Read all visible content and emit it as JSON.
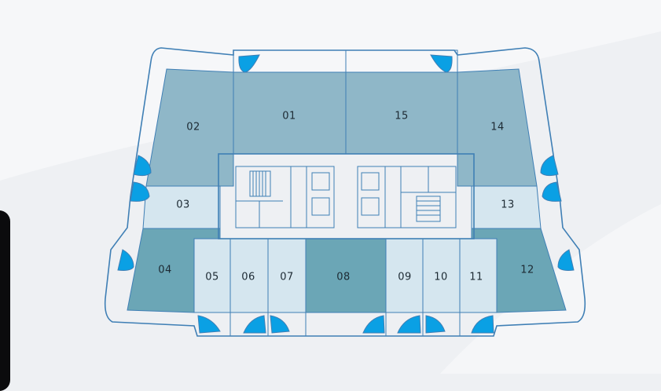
{
  "floorplan": {
    "colors": {
      "premium": "#8fb7c8",
      "large": "#6ba6b6",
      "standard": "#d5e6ef",
      "balcony": "#0aa0e4",
      "outline": "#3f7fb5",
      "background": "#eef0f3"
    },
    "units": {
      "u01": "01",
      "u02": "02",
      "u03": "03",
      "u04": "04",
      "u05": "05",
      "u06": "06",
      "u07": "07",
      "u08": "08",
      "u09": "09",
      "u10": "10",
      "u11": "11",
      "u12": "12",
      "u13": "13",
      "u14": "14",
      "u15": "15"
    }
  }
}
